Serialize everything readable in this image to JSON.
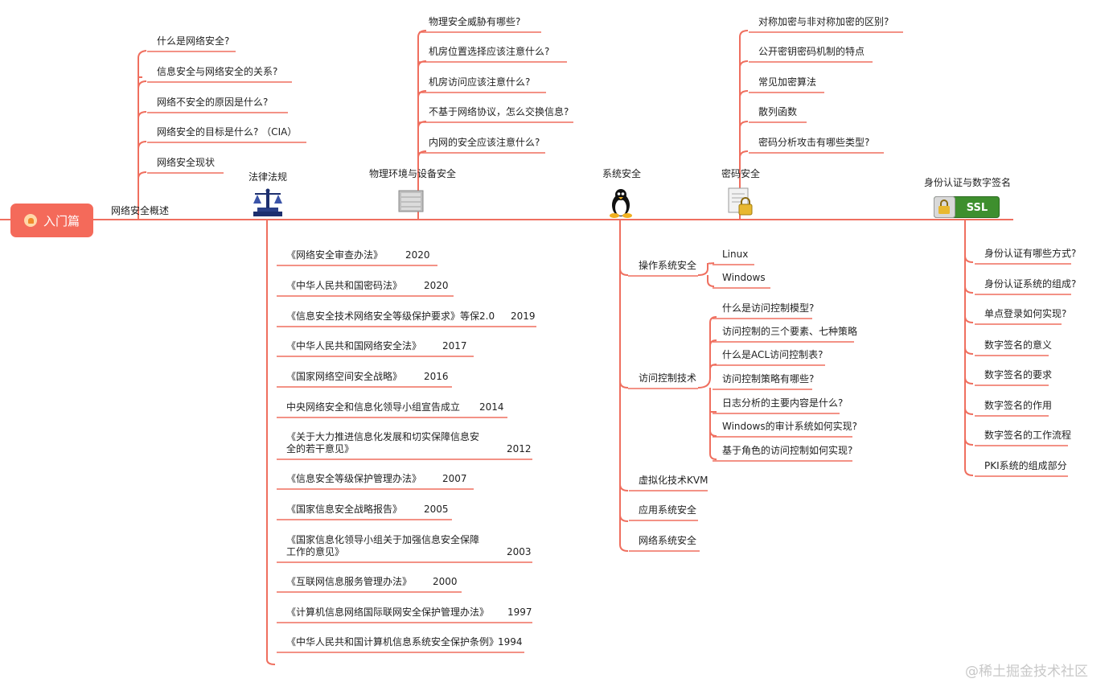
{
  "root": {
    "title": "入门篇"
  },
  "colors": {
    "line": "#ef6f5f",
    "root_fill": "#f46a5a"
  },
  "branches": {
    "overview": {
      "title": "网络安全概述",
      "items": [
        "什么是网络安全?",
        "信息安全与网络安全的关系?",
        "网络不安全的原因是什么?",
        "网络安全的目标是什么? （CIA）",
        "网络安全现状"
      ]
    },
    "law": {
      "title": "法律法规",
      "icon": "scales-of-justice-icon",
      "items": [
        {
          "name": "《网络安全审查办法》",
          "year": "2020"
        },
        {
          "name": "《中华人民共和国密码法》",
          "year": "2020"
        },
        {
          "name": "《信息安全技术网络安全等级保护要求》等保2.0",
          "year": "2019"
        },
        {
          "name": "《中华人民共和国网络安全法》",
          "year": "2017"
        },
        {
          "name": "《国家网络空间安全战略》",
          "year": "2016"
        },
        {
          "name": "中央网络安全和信息化领导小组宣告成立",
          "year": "2014"
        },
        {
          "name": "《关于大力推进信息化发展和切实保障信息安全的若干意见》",
          "year": "2012"
        },
        {
          "name": "《信息安全等级保护管理办法》",
          "year": "2007"
        },
        {
          "name": "《国家信息安全战略报告》",
          "year": "2005"
        },
        {
          "name": "《国家信息化领导小组关于加强信息安全保障工作的意见》",
          "year": "2003"
        },
        {
          "name": "《互联网信息服务管理办法》",
          "year": "2000"
        },
        {
          "name": "《计算机信息网络国际联网安全保护管理办法》",
          "year": "1997"
        },
        {
          "name": "《中华人民共和国计算机信息系统安全保护条例》",
          "year": "1994"
        }
      ]
    },
    "physical": {
      "title": "物理环境与设备安全",
      "icon": "server-rack-icon",
      "items": [
        "物理安全威胁有哪些?",
        "机房位置选择应该注意什么?",
        "机房访问应该注意什么?",
        "不基于网络协议，怎么交换信息?",
        "内网的安全应该注意什么?"
      ]
    },
    "system": {
      "title": "系统安全",
      "icon": "tux-penguin-icon",
      "os": {
        "title": "操作系统安全",
        "items": [
          "Linux",
          "Windows"
        ]
      },
      "access": {
        "title": "访问控制技术",
        "items": [
          "什么是访问控制模型?",
          "访问控制的三个要素、七种策略",
          "什么是ACL访问控制表?",
          "访问控制策略有哪些?",
          "日志分析的主要内容是什么?",
          "Windows的审计系统如何实现?",
          "基于角色的访问控制如何实现?"
        ]
      },
      "others": [
        "虚拟化技术KVM",
        "应用系统安全",
        "网络系统安全"
      ]
    },
    "crypto": {
      "title": "密码安全",
      "icon": "locked-document-icon",
      "items": [
        "对称加密与非对称加密的区别?",
        "公开密钥密码机制的特点",
        "常见加密算法",
        "散列函数",
        "密码分析攻击有哪些类型?"
      ]
    },
    "auth": {
      "title": "身份认证与数字签名",
      "icon": "ssl-lock-icon",
      "icon_text": "SSL",
      "items": [
        "身份认证有哪些方式?",
        "身份认证系统的组成?",
        "单点登录如何实现?",
        "数字签名的意义",
        "数字签名的要求",
        "数字签名的作用",
        "数字签名的工作流程",
        "PKI系统的组成部分"
      ]
    }
  },
  "watermark": "@稀土掘金技术社区"
}
